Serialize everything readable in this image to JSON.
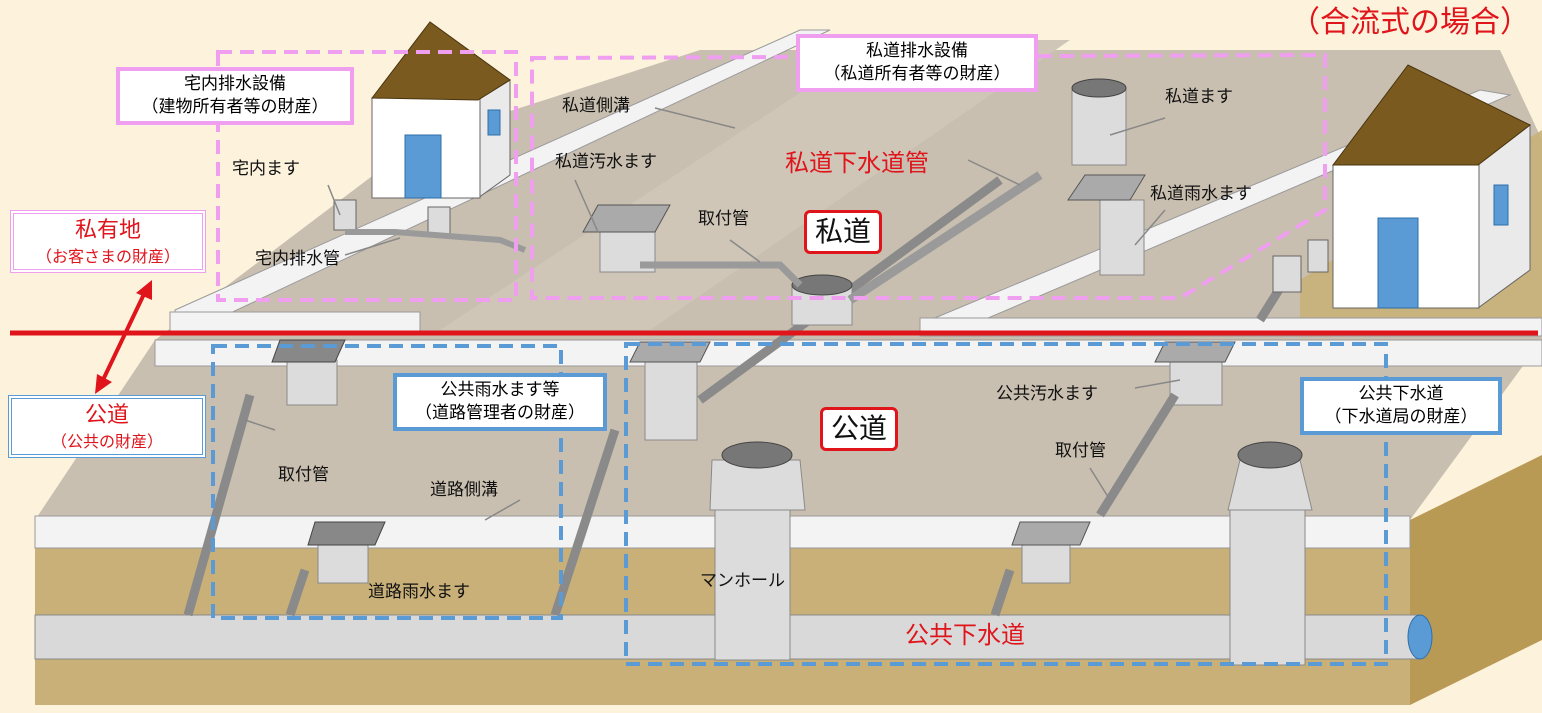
{
  "title": "（合流式の場合）",
  "regions": {
    "private_land": {
      "line1": "私有地",
      "line2": "（お客さまの財産）"
    },
    "public_road": {
      "line1": "公道",
      "line2": "（公共の財産）"
    }
  },
  "boxes": {
    "house_drainage": {
      "line1": "宅内排水設備",
      "line2": "（建物所有者等の財産）"
    },
    "private_road_drainage": {
      "line1": "私道排水設備",
      "line2": "（私道所有者等の財産）"
    },
    "public_rain_inlet": {
      "line1": "公共雨水ます等",
      "line2": "（道路管理者の財産）"
    },
    "public_sewer": {
      "line1": "公共下水道",
      "line2": "（下水道局の財産）"
    }
  },
  "road_tags": {
    "private_road": "私道",
    "public_road": "公道"
  },
  "labels": {
    "house_inlet": "宅内ます",
    "house_pipe": "宅内排水管",
    "private_side_ditch": "私道側溝",
    "private_sewage_inlet": "私道汚水ます",
    "connection_pipe_private": "取付管",
    "private_sewer_pipe": "私道下水道管",
    "private_inlet": "私道ます",
    "private_rain_inlet": "私道雨水ます",
    "public_sewage_inlet": "公共汚水ます",
    "connection_pipe_right": "取付管",
    "connection_pipe_left": "取付管",
    "road_side_ditch": "道路側溝",
    "road_rain_inlet": "道路雨水ます",
    "manhole": "マンホール",
    "public_sewer_main": "公共下水道"
  },
  "colors": {
    "background": "#fdf3dd",
    "ground_top": "#c9bfb0",
    "ground_side": "#c8b078",
    "boundary_red": "#e0141b",
    "private_dash": "#f09ef0",
    "public_dash": "#5b9bd5",
    "roof": "#7a5a1e",
    "door": "#5b9bd5"
  }
}
